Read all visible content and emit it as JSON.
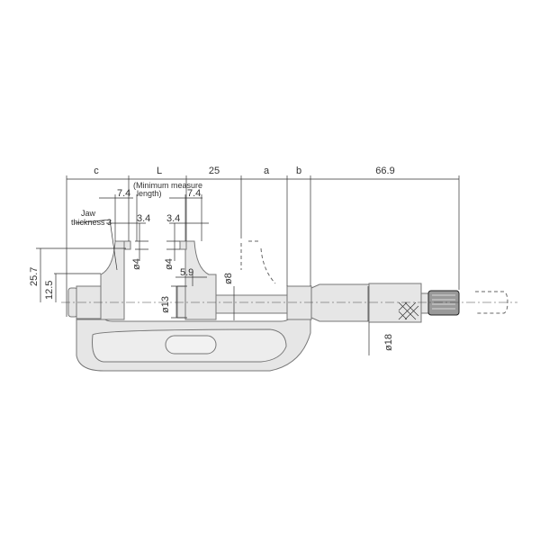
{
  "drawing": {
    "top_dimensions": {
      "c": "c",
      "L": "L",
      "d25": "25",
      "a": "a",
      "b": "b",
      "d669": "66.9"
    },
    "min_measure_note": [
      "(Minimum measure",
      "length)"
    ],
    "jaw_note": [
      "Jaw",
      "thickness 3"
    ],
    "left_jaw": {
      "width": "7.4",
      "tip": "3.4",
      "dia": "ø4"
    },
    "right_jaw": {
      "width": "7.4",
      "tip": "3.4",
      "dia": "ø4"
    },
    "height_257": "25.7",
    "height_125": "12.5",
    "dia13": "ø13",
    "d59": "5.9",
    "dia8": "ø8",
    "dia18": "ø18"
  }
}
